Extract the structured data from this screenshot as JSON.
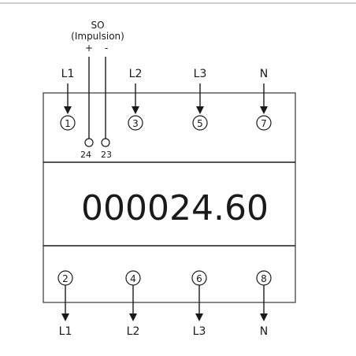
{
  "colors": {
    "ink": "#1a1a1a",
    "frame": "#444444",
    "topRule": "#9a9a9a",
    "background": "#ffffff"
  },
  "impulse_output": {
    "name": "SO",
    "subtitle": "(Impulsion)",
    "plus": "+",
    "minus": "-",
    "terminals": [
      "24",
      "23"
    ]
  },
  "inputs": [
    {
      "label": "L1",
      "terminal": "1"
    },
    {
      "label": "L2",
      "terminal": "3"
    },
    {
      "label": "L3",
      "terminal": "5"
    },
    {
      "label": "N",
      "terminal": "7"
    }
  ],
  "outputs": [
    {
      "label": "L1",
      "terminal": "2"
    },
    {
      "label": "L2",
      "terminal": "4"
    },
    {
      "label": "L3",
      "terminal": "6"
    },
    {
      "label": "N",
      "terminal": "8"
    }
  ],
  "display": {
    "reading": "000024.60"
  }
}
